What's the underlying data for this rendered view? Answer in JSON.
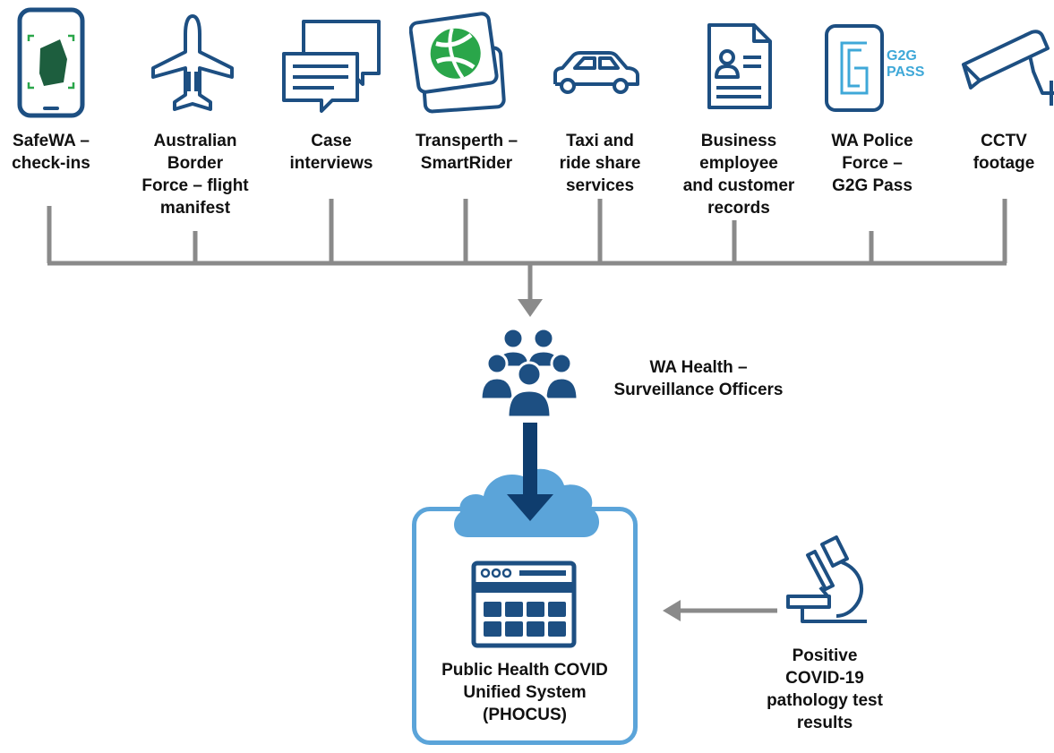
{
  "sources": [
    {
      "id": "safewa",
      "label": "SafeWA –\ncheck-ins",
      "icon": "smartphone-icon"
    },
    {
      "id": "abf",
      "label": "Australian\nBorder\nForce – flight\nmanifest",
      "icon": "airplane-icon"
    },
    {
      "id": "interviews",
      "label": "Case\ninterviews",
      "icon": "speech-bubbles-icon"
    },
    {
      "id": "transperth",
      "label": "Transperth –\nSmartRider",
      "icon": "smartrider-card-icon"
    },
    {
      "id": "taxi",
      "label": "Taxi and\nride share\nservices",
      "icon": "car-icon"
    },
    {
      "id": "business",
      "label": "Business\nemployee\nand customer\nrecords",
      "icon": "document-icon"
    },
    {
      "id": "g2g",
      "label": "WA Police\nForce –\nG2G Pass",
      "icon": "g2g-pass-icon",
      "badge": "G2G\nPASS"
    },
    {
      "id": "cctv",
      "label": "CCTV\nfootage",
      "icon": "cctv-camera-icon"
    }
  ],
  "officers": {
    "label": "WA Health –\nSurveillance Officers",
    "icon": "people-group-icon"
  },
  "system": {
    "label": "Public Health COVID\nUnified System\n(PHOCUS)",
    "icon": "application-window-icon",
    "cloud_icon": "cloud-icon"
  },
  "pathology": {
    "label": "Positive\nCOVID-19\npathology test\nresults",
    "icon": "microscope-icon"
  },
  "colors": {
    "navy": "#1d4f82",
    "dark_navy": "#0f3d6e",
    "light_blue": "#5ba4d9",
    "green": "#2aa64a",
    "gray": "#8a8a8a",
    "g2g_teal": "#3fa8d8"
  }
}
